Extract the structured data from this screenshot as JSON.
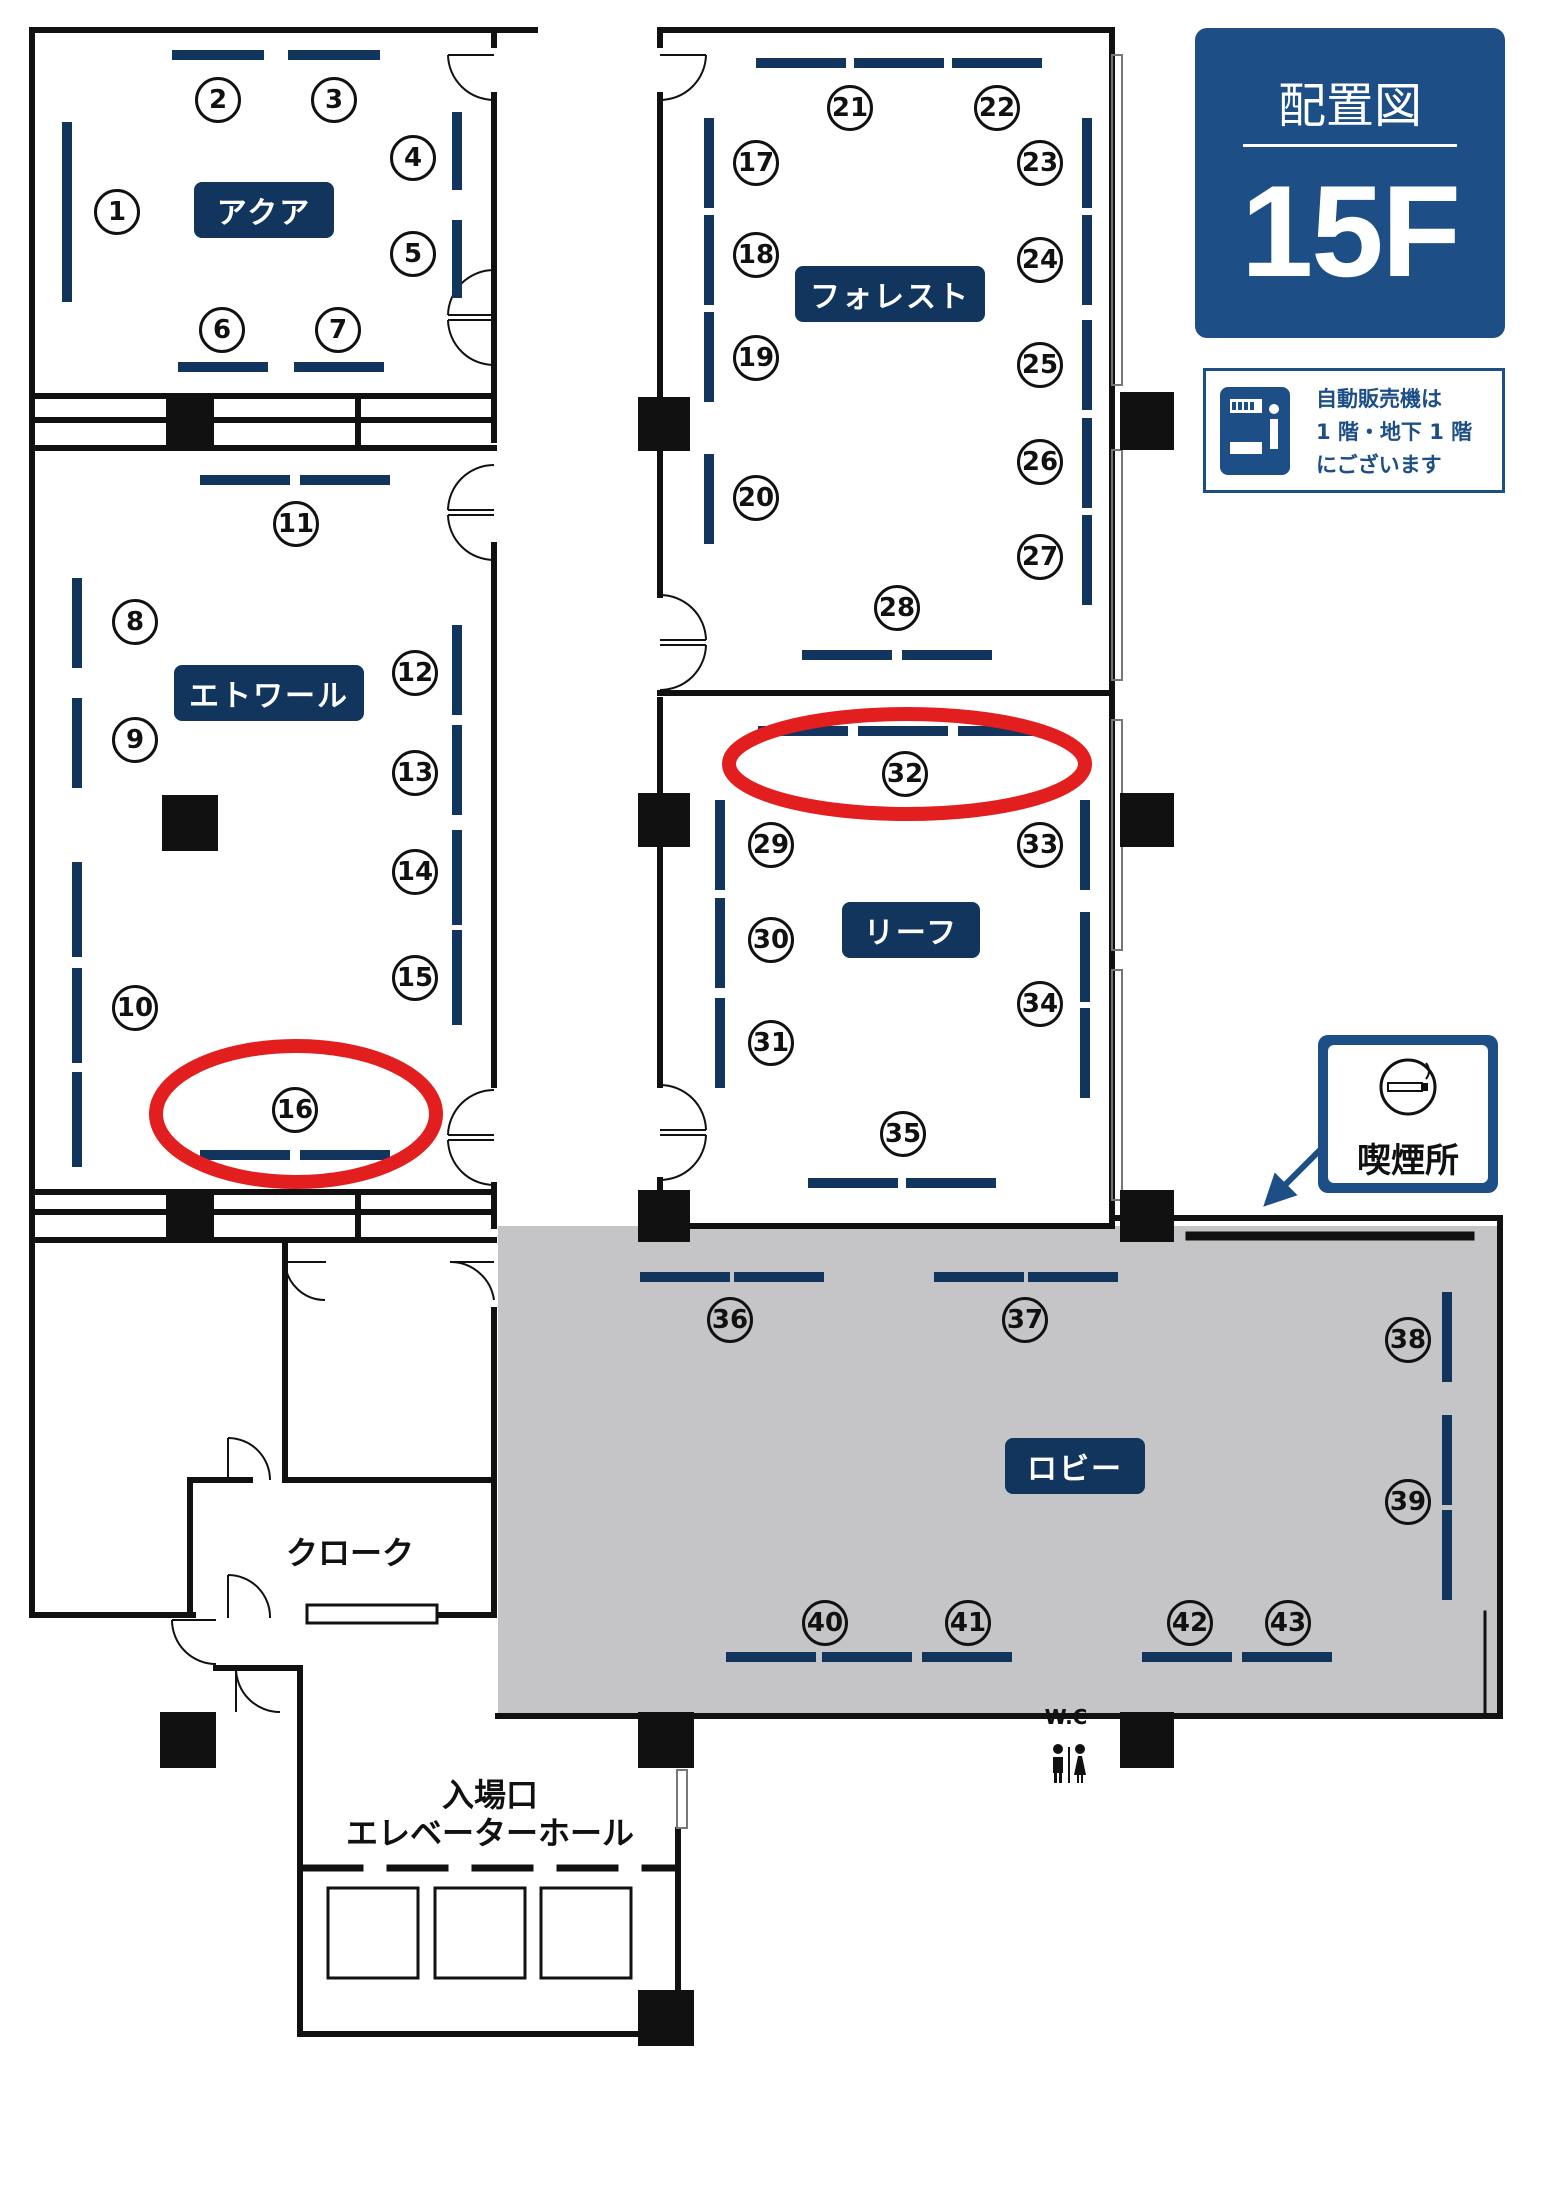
{
  "header": {
    "title": "配置図",
    "floor": "15F"
  },
  "notices": {
    "vending_lines": [
      "自動販売機は",
      "1 階・地下 1 階",
      "にございます"
    ],
    "vending_icon": "vending-machine-icon",
    "smoking": "喫煙所",
    "smoking_icon": "cigarette-icon",
    "restroom": "W.C",
    "restroom_icon": "restroom-icon"
  },
  "rooms": {
    "aqua": "アクア",
    "etoile": "エトワール",
    "forest": "フォレスト",
    "leaf": "リーフ",
    "lobby": "ロビー",
    "cloak": "クローク",
    "entrance_line1": "入場口",
    "entrance_line2": "エレベーターホール"
  },
  "booths": [
    {
      "n": "1",
      "area": "aqua"
    },
    {
      "n": "2",
      "area": "aqua"
    },
    {
      "n": "3",
      "area": "aqua"
    },
    {
      "n": "4",
      "area": "aqua"
    },
    {
      "n": "5",
      "area": "aqua"
    },
    {
      "n": "6",
      "area": "aqua"
    },
    {
      "n": "7",
      "area": "aqua"
    },
    {
      "n": "8",
      "area": "etoile"
    },
    {
      "n": "9",
      "area": "etoile"
    },
    {
      "n": "10",
      "area": "etoile"
    },
    {
      "n": "11",
      "area": "etoile"
    },
    {
      "n": "12",
      "area": "etoile"
    },
    {
      "n": "13",
      "area": "etoile"
    },
    {
      "n": "14",
      "area": "etoile"
    },
    {
      "n": "15",
      "area": "etoile"
    },
    {
      "n": "16",
      "area": "etoile",
      "highlighted": true
    },
    {
      "n": "17",
      "area": "forest"
    },
    {
      "n": "18",
      "area": "forest"
    },
    {
      "n": "19",
      "area": "forest"
    },
    {
      "n": "20",
      "area": "forest"
    },
    {
      "n": "21",
      "area": "forest"
    },
    {
      "n": "22",
      "area": "forest"
    },
    {
      "n": "23",
      "area": "forest"
    },
    {
      "n": "24",
      "area": "forest"
    },
    {
      "n": "25",
      "area": "forest"
    },
    {
      "n": "26",
      "area": "forest"
    },
    {
      "n": "27",
      "area": "forest"
    },
    {
      "n": "28",
      "area": "forest"
    },
    {
      "n": "29",
      "area": "leaf"
    },
    {
      "n": "30",
      "area": "leaf"
    },
    {
      "n": "31",
      "area": "leaf"
    },
    {
      "n": "32",
      "area": "leaf",
      "highlighted": true
    },
    {
      "n": "33",
      "area": "leaf"
    },
    {
      "n": "34",
      "area": "leaf"
    },
    {
      "n": "35",
      "area": "leaf"
    },
    {
      "n": "36",
      "area": "lobby"
    },
    {
      "n": "37",
      "area": "lobby"
    },
    {
      "n": "38",
      "area": "lobby"
    },
    {
      "n": "39",
      "area": "lobby"
    },
    {
      "n": "40",
      "area": "lobby"
    },
    {
      "n": "41",
      "area": "lobby"
    },
    {
      "n": "42",
      "area": "lobby"
    },
    {
      "n": "43",
      "area": "lobby"
    }
  ],
  "colors": {
    "navy": "#12355e",
    "title_blue": "#1d4f86",
    "lobby_gray": "#c5c5c7",
    "highlight_red": "#e31e1e",
    "wall": "#111111"
  }
}
